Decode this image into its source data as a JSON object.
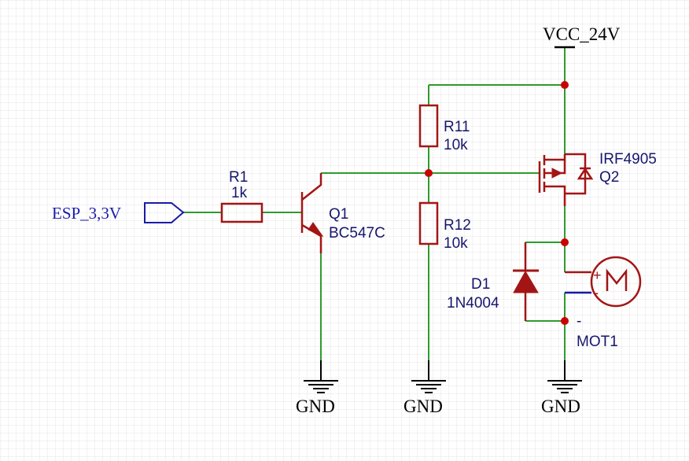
{
  "colors": {
    "wire": "#2e9a2e",
    "symbol": "#a31515",
    "junction": "#cc0000",
    "port": "#1a1aa8",
    "text": "#16166e",
    "grid": "#e6e6e6"
  },
  "net_labels": {
    "vcc": "VCC_24V",
    "gnd": "GND",
    "input_port": "ESP_3,3V"
  },
  "components": {
    "r1": {
      "ref": "R1",
      "value": "1k"
    },
    "r11": {
      "ref": "R11",
      "value": "10k"
    },
    "r12": {
      "ref": "R12",
      "value": "10k"
    },
    "q1": {
      "ref": "Q1",
      "value": "BC547C"
    },
    "q2": {
      "ref": "Q2",
      "value": "IRF4905"
    },
    "d1": {
      "ref": "D1",
      "value": "1N4004"
    },
    "mot1": {
      "ref": "MOT1",
      "pin_plus": "+",
      "pin_minus": "-",
      "body": "M"
    }
  }
}
